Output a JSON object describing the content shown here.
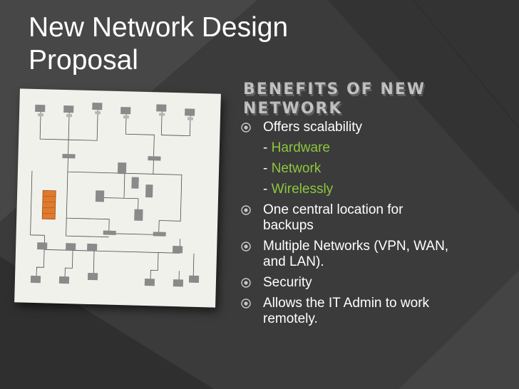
{
  "slide": {
    "title": "New Network Design Proposal",
    "heading_line1": "Benefits of New",
    "heading_line2": "Network",
    "accent_color": "#8dc63f",
    "bullets": [
      {
        "text": "Offers scalability",
        "subitems": [
          {
            "prefix": "- ",
            "label": "Hardware"
          },
          {
            "prefix": "- ",
            "label": "Network"
          },
          {
            "prefix": "- ",
            "label": "Wirelessly"
          }
        ]
      },
      {
        "text": "One central location for backups"
      },
      {
        "text": "Multiple Networks (VPN, WAN, and LAN)."
      },
      {
        "text": "Security"
      },
      {
        "text": "Allows  the IT Admin to work remotely."
      }
    ],
    "bullet_icon": "target-bullet-icon",
    "image": "network-diagram-image"
  }
}
